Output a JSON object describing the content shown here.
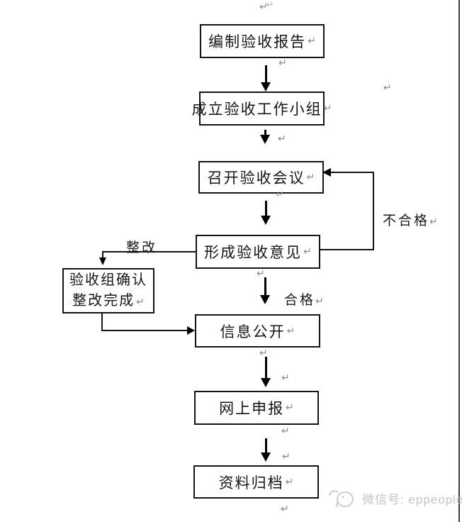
{
  "chars": {
    "pilcrow": "↵"
  },
  "flow": {
    "boxes": [
      {
        "label": "编制验收报告"
      },
      {
        "label": "成立验收工作小组"
      },
      {
        "label": "召开验收会议"
      },
      {
        "label": "形成验收意见"
      },
      {
        "label": "信息公开"
      },
      {
        "label": "网上申报"
      },
      {
        "label": "资料归档"
      }
    ],
    "side_box": {
      "line1": "验收组确认",
      "line2": "整改完成"
    },
    "labels": {
      "rectify": "整改",
      "fail": "不合格",
      "pass": "合格"
    },
    "edges": [
      {
        "from": "编制验收报告",
        "to": "成立验收工作小组",
        "label": ""
      },
      {
        "from": "成立验收工作小组",
        "to": "召开验收会议",
        "label": ""
      },
      {
        "from": "召开验收会议",
        "to": "形成验收意见",
        "label": ""
      },
      {
        "from": "形成验收意见",
        "to": "召开验收会议",
        "label": "不合格"
      },
      {
        "from": "形成验收意见",
        "to": "验收组确认整改完成",
        "label": "整改"
      },
      {
        "from": "形成验收意见",
        "to": "信息公开",
        "label": "合格"
      },
      {
        "from": "验收组确认整改完成",
        "to": "信息公开",
        "label": ""
      },
      {
        "from": "信息公开",
        "to": "网上申报",
        "label": ""
      },
      {
        "from": "网上申报",
        "to": "资料归档",
        "label": ""
      }
    ]
  },
  "watermark": {
    "text": "微信号: eppeople",
    "color": "#c4c4c4"
  },
  "colors": {
    "line": "#141414",
    "text": "#161616",
    "mark": "#8a8a8a",
    "page_edge": "#3d3d3d"
  }
}
